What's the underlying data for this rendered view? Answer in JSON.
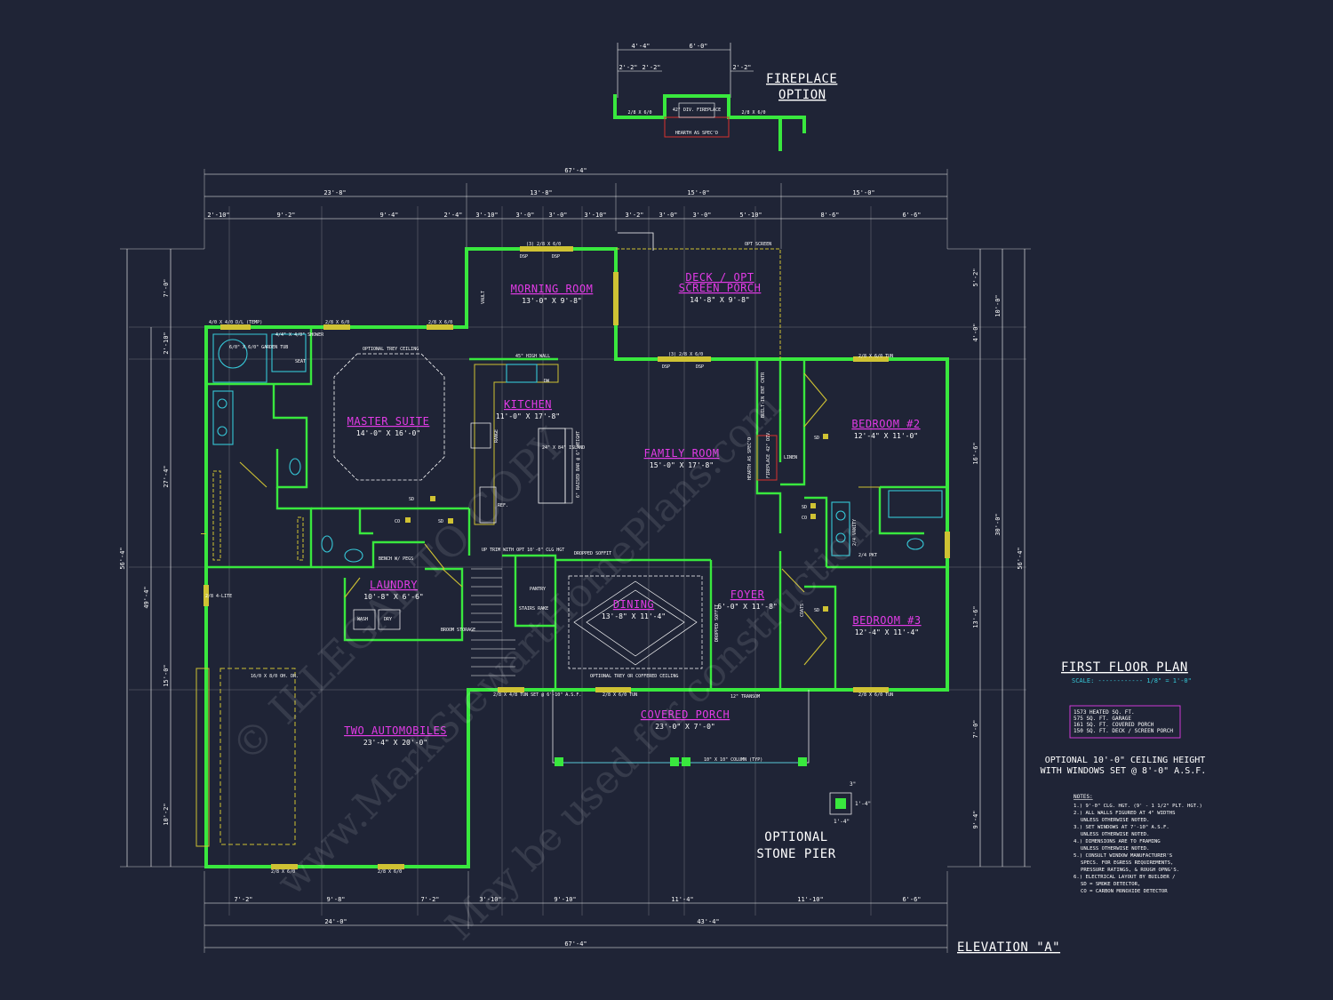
{
  "fireplace": {
    "title_1": "FIREPLACE",
    "title_2": "OPTION",
    "fireplace_label": "42\" DIV. FIREPLACE",
    "hearth_label": "HEARTH AS SPEC'D",
    "window_left": "2/8 X 6/0",
    "window_right": "2/8 X 6/0",
    "dims_top": [
      "4'-4\"",
      "6'-0\""
    ],
    "dims_second": [
      "2'-2\"",
      "2'-2\"",
      "2'-2\""
    ]
  },
  "dims": {
    "overall_top": "67'-4\"",
    "segments_top": [
      "23'-8\"",
      "13'-8\"",
      "15'-0\"",
      "15'-0\""
    ],
    "detail_top": [
      "2'-10\"",
      "9'-2\"",
      "9'-4\"",
      "2'-4\"",
      "3'-10\"",
      "3'-0\"",
      "3'-0\"",
      "3'-10\"",
      "3'-2\"",
      "3'-0\"",
      "3'-0\"",
      "5'-10\"",
      "8'-6\"",
      "6'-6\""
    ],
    "overall_bottom": "67'-4\"",
    "segments_bottom": [
      "24'-0\"",
      "43'-4\""
    ],
    "detail_bottom": [
      "7'-2\"",
      "9'-8\"",
      "7'-2\"",
      "3'-10\"",
      "9'-10\"",
      "11'-4\"",
      "11'-10\"",
      "6'-6\""
    ],
    "left_overall": "56'-4\"",
    "left_segments": [
      "7'-0\"",
      "2'-10\"",
      "27'-4\"",
      "15'-0\"",
      "10'-2\""
    ],
    "left_second": [
      "49'-4\""
    ],
    "right_overall": "56'-4\"",
    "right_segments": [
      "5'-2\"",
      "4'-0\"",
      "16'-6\"",
      "13'-6\"",
      "7'-0\"",
      "9'-4\""
    ],
    "right_second": [
      "10'-0\"",
      "30'-0\""
    ]
  },
  "rooms": {
    "morning": {
      "name": "MORNING ROOM",
      "size": "13'-0\" X 9'-8\""
    },
    "deck": {
      "name_1": "DECK / OPT",
      "name_2": "SCREEN PORCH",
      "size": "14'-8\" X 9'-8\""
    },
    "master": {
      "name": "MASTER SUITE",
      "size": "14'-0\" X 16'-0\""
    },
    "kitchen": {
      "name": "KITCHEN",
      "size": "11'-0\" X 17'-8\""
    },
    "family": {
      "name": "FAMILY ROOM",
      "size": "15'-0\" X 17'-8\""
    },
    "bed2": {
      "name": "BEDROOM #2",
      "size": "12'-4\" X 11'-0\""
    },
    "bed3": {
      "name": "BEDROOM #3",
      "size": "12'-4\" X 11'-4\""
    },
    "laundry": {
      "name": "LAUNDRY",
      "size": "10'-8\" X 6'-6\""
    },
    "dining": {
      "name": "DINING",
      "size": "13'-8\" X 11'-4\""
    },
    "foyer": {
      "name": "FOYER",
      "size": "6'-0\" X 11'-8\""
    },
    "garage": {
      "name": "TWO AUTOMOBILES",
      "size": "23'-4\" X 20'-0\""
    },
    "porch": {
      "name": "COVERED PORCH",
      "size": "23'-0\" X 7'-0\""
    }
  },
  "labels": {
    "opt_trey": "OPTIONAL TREY CEILING",
    "garden_tub": "6/0\" X 6/0\" GARDEN TUB",
    "shower": "4/4\" X 4/0\" SHOWER",
    "seat": "SEAT",
    "win_master": "4/0 X 4/0 D/L (TEMP)",
    "win_28": "2/8 X 6/0",
    "win_316": "(3) 2/8 X 6/0",
    "dsp": "DSP",
    "vault": "VAULT",
    "opt_screen": "OPT SCREEN",
    "high_wall": "45\" HIGH WALL",
    "dw": "DW",
    "range": "RANGE",
    "ref": "REF.",
    "island": "24\" X 84\" ISLAND",
    "raised_bar": "6\" RAISED BAR @ 6\" HEIGHT",
    "built_in": "BUILT-IN ENT CNTR",
    "fireplace_opt": "FIREPLACE 42\" DIV.",
    "hearth": "HEARTH AS SPEC'D",
    "linen": "LINEN",
    "sd": "SD",
    "co": "CO",
    "bench": "BENCH W/ PEGS",
    "wash": "WASH",
    "dry": "DRY",
    "broom": "BROOM STORAGE",
    "pantry": "PANTRY",
    "stairs_rake": "STAIRS RAKE",
    "up_trim": "UP TRIM WITH OPT 10'-0\" CLG HGT",
    "dropped_soffit": "DROPPED SOFFIT",
    "opt_trey_coffered": "OPTIONAL TREY OR COFFERED CEILING",
    "transom": "12\" TRANSOM",
    "coats": "COATS",
    "garage_door": "16/0 X 8/0 OH. DR.",
    "win_foyer": "2/8 X 4/8 TUN SET @ 6'-10\" A.S.F.",
    "win_tun": "2/8 X 6/0 TUN",
    "column": "10\" X 10\" COLUMN (TYP)",
    "lite": "2/8 4-LITE",
    "vanity": "2/4 VANITY",
    "pkt": "2/4 PKT"
  },
  "title_block": {
    "title": "FIRST FLOOR PLAN",
    "scale_label": "SCALE: ------------ 1/8\" = 1'-0\"",
    "areas": [
      "1573 HEATED SQ. FT.",
      "575 SQ. FT. GARAGE",
      "161 SQ. FT. COVERED PORCH",
      "150 SQ. FT. DECK / SCREEN PORCH"
    ],
    "ceiling_1": "OPTIONAL 10'-0\" CEILING HEIGHT",
    "ceiling_2": "WITH WINDOWS SET @ 8'-0\" A.S.F.",
    "notes_title": "NOTES:",
    "notes": [
      "1.) 9'-0\" CLG. HGT. (9' - 1 1/2\" PLT. HGT.)",
      "2.) ALL WALLS FIGURED AT 4\" WIDTHS",
      "UNLESS OTHERWISE NOTED.",
      "3.) SET WINDOWS AT 7'-10\" A.S.F.",
      "UNLESS OTHERWISE NOTED.",
      "4.) DIMENSIONS ARE TO FRAMING",
      "UNLESS OTHERWISE NOTED.",
      "5.) CONSULT WINDOW MANUFACTURER'S",
      "SPECS. FOR EGRESS REQUIREMENTS,",
      "PRESSURE RATINGS, & ROUGH OPNG'S.",
      "6.) ELECTRICAL LAYOUT BY BUILDER /",
      "SD = SMOKE DETECTOR,",
      "CO = CARBON MONOXIDE DETECTOR"
    ],
    "stone_1": "OPTIONAL",
    "stone_2": "STONE PIER",
    "elevation": "ELEVATION \"A\"",
    "stone_dims": [
      "3\"",
      "1'-4\"",
      "1'-4\""
    ]
  },
  "watermark": {
    "line_1": "© ILLEGAL TO COPY",
    "line_2": "www.MarkStewartHomePlans.com",
    "line_3": "May be used for construction"
  },
  "colors": {
    "background": "#1f2436",
    "wall": "#39e83e",
    "room_label": "#e23be6",
    "fixture": "#36c8d8",
    "door": "#cfc233",
    "hearth": "#d8322e",
    "scale": "#36c8d8"
  }
}
